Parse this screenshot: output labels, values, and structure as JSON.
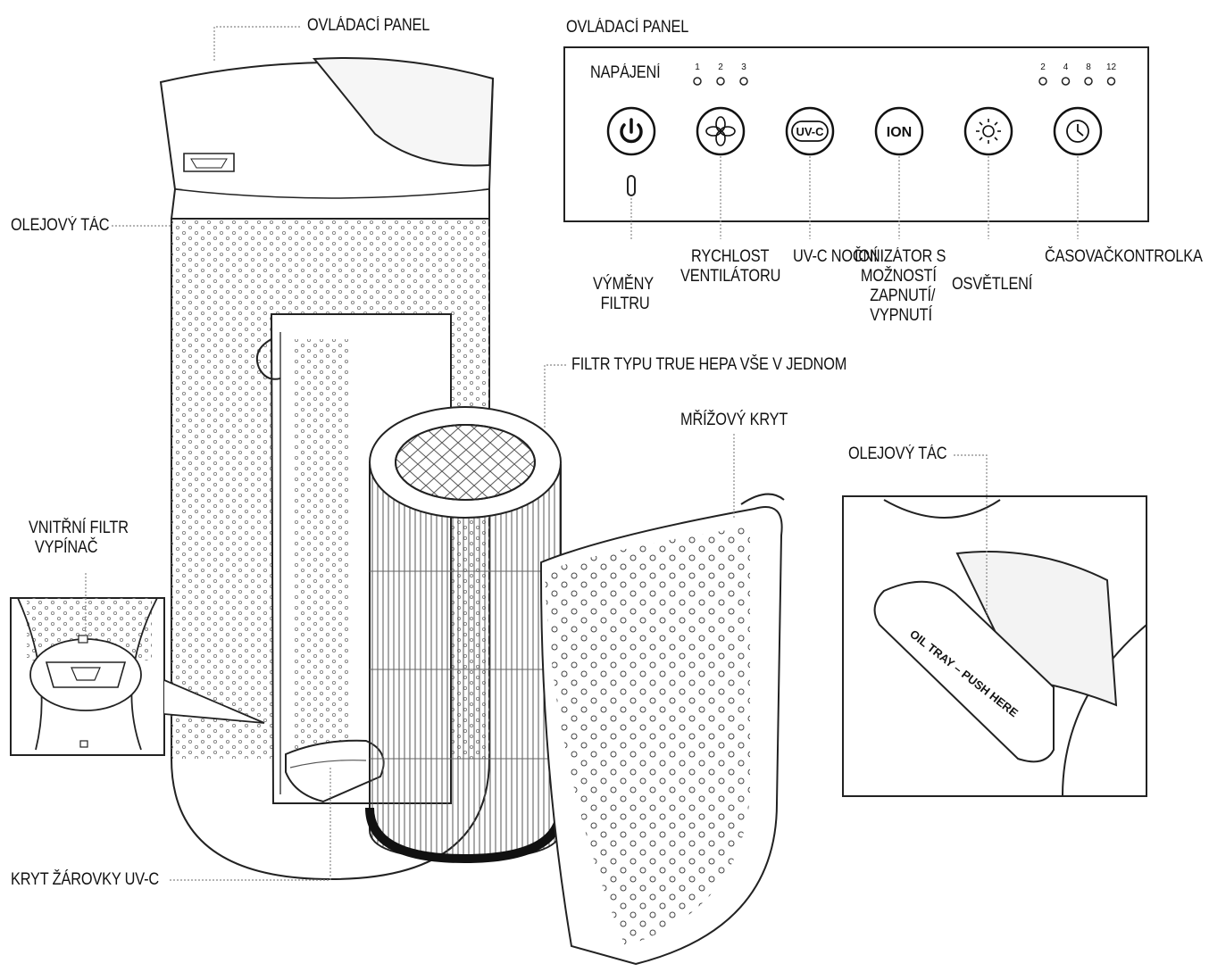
{
  "labels": {
    "control_panel_top": "OVLÁDACÍ PANEL",
    "control_panel_title": "OVLÁDACÍ PANEL",
    "oil_tray_left": "OLEJOVÝ TÁC",
    "oil_tray_right": "OLEJOVÝ TÁC",
    "power": "NAPÁJENÍ",
    "filter_change": [
      "VÝMĚNY",
      "FILTRU"
    ],
    "fan_speed": [
      "RYCHLOST",
      "VENTILÁTORU"
    ],
    "uvc_night": "UV-C NOČNÍ",
    "ionizer": [
      "IONIZÁTOR S",
      "MOŽNOSTÍ",
      "ZAPNUTÍ/",
      "VYPNUTÍ"
    ],
    "light": "OSVĚTLENÍ",
    "timer": "ČASOVAČKONTROLKA",
    "hepa_filter": "FILTR TYPU TRUE HEPA VŠE V JEDNOM",
    "mesh_cover": "MŘÍŽOVÝ KRYT",
    "inner_filter": [
      "VNITŘNÍ FILTR",
      "VYPÍNAČ"
    ],
    "uvc_bulb_cover": "KRYT ŽÁROVKY UV-C",
    "oil_tray_push": "OIL TRAY – PUSH HERE"
  },
  "panel": {
    "speed_levels": [
      "1",
      "2",
      "3"
    ],
    "timer_levels": [
      "2",
      "4",
      "8",
      "12"
    ],
    "buttons": [
      {
        "id": "power",
        "icon": "power-icon"
      },
      {
        "id": "fan",
        "icon": "fan-icon"
      },
      {
        "id": "uvc",
        "icon": "uvc-icon",
        "text": "UV-C"
      },
      {
        "id": "ion",
        "icon": "ion-icon",
        "text": "ION"
      },
      {
        "id": "light",
        "icon": "light-icon"
      },
      {
        "id": "timer",
        "icon": "clock-icon"
      }
    ]
  }
}
